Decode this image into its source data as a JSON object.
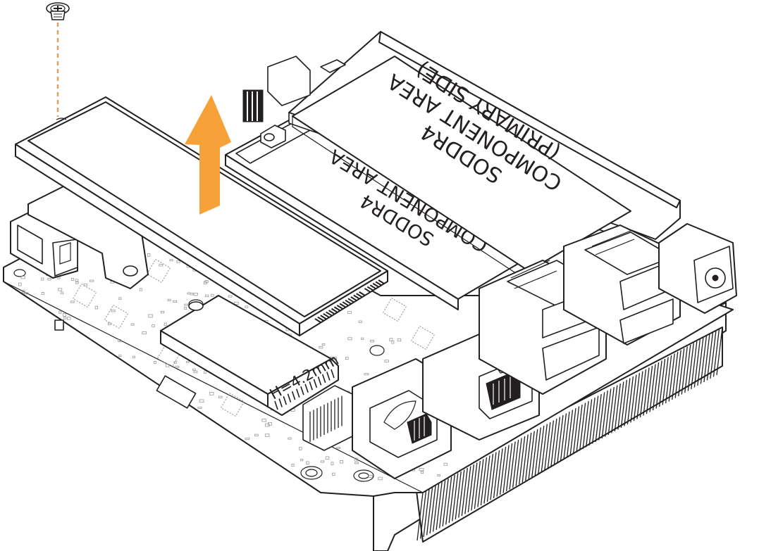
{
  "labels": {
    "primary_line1": "SODDR4",
    "primary_line2": "COMPONENT AREA",
    "primary_line3": "(PRIMARY SIDE)",
    "secondary_line1": "SODDR4",
    "secondary_line2": "COMPONENT AREA",
    "mount_height": "H=4.2mm"
  },
  "colors": {
    "arrow": "#f7a239",
    "dash": "#e0a060",
    "line": "#231f20"
  },
  "icons": {
    "screw": "screw-icon",
    "arrow": "arrow-up-icon"
  }
}
